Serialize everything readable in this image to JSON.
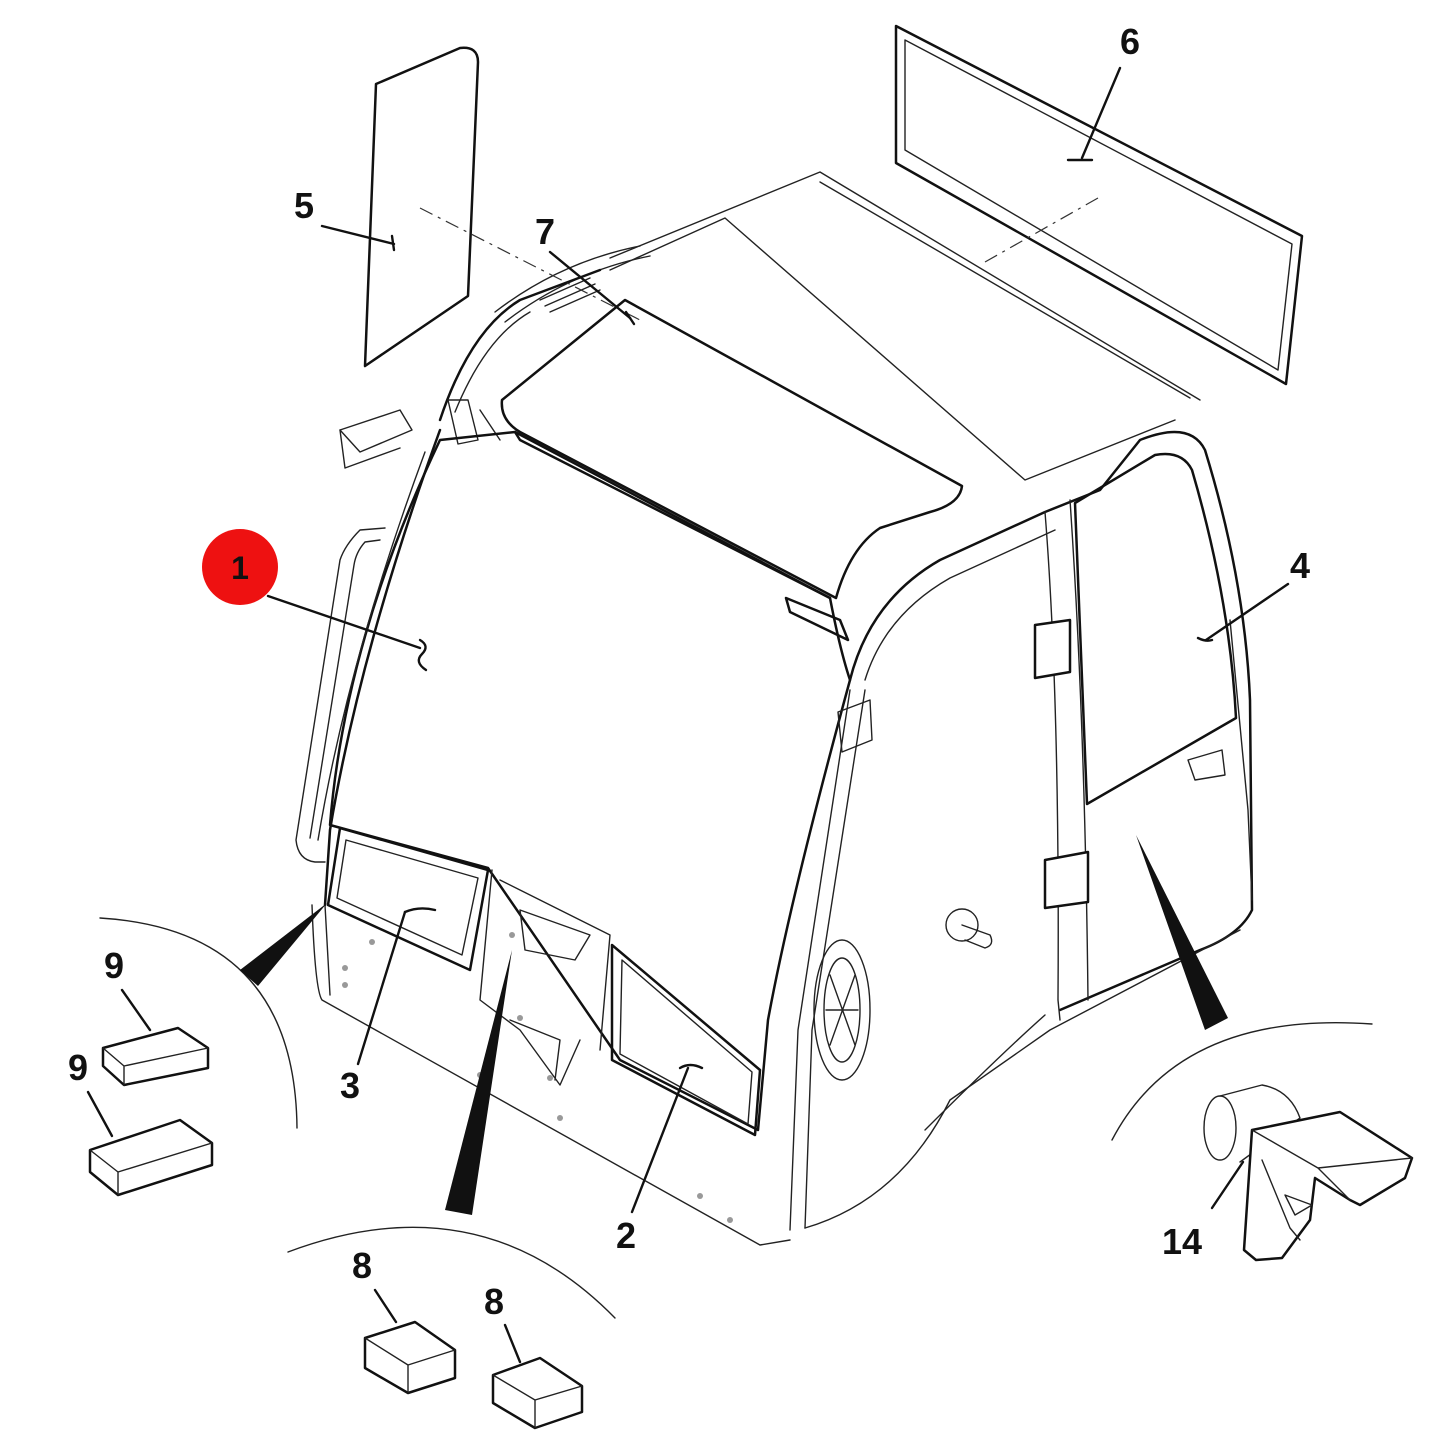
{
  "callouts": {
    "c1": "1",
    "c2": "2",
    "c3": "3",
    "c4": "4",
    "c5": "5",
    "c6": "6",
    "c7": "7",
    "c8a": "8",
    "c8b": "8",
    "c9a": "9",
    "c9b": "9",
    "c14": "14"
  },
  "colors": {
    "highlight": "#ee1111",
    "ink": "#111111",
    "background": "#ffffff"
  },
  "highlighted_callout": "1"
}
